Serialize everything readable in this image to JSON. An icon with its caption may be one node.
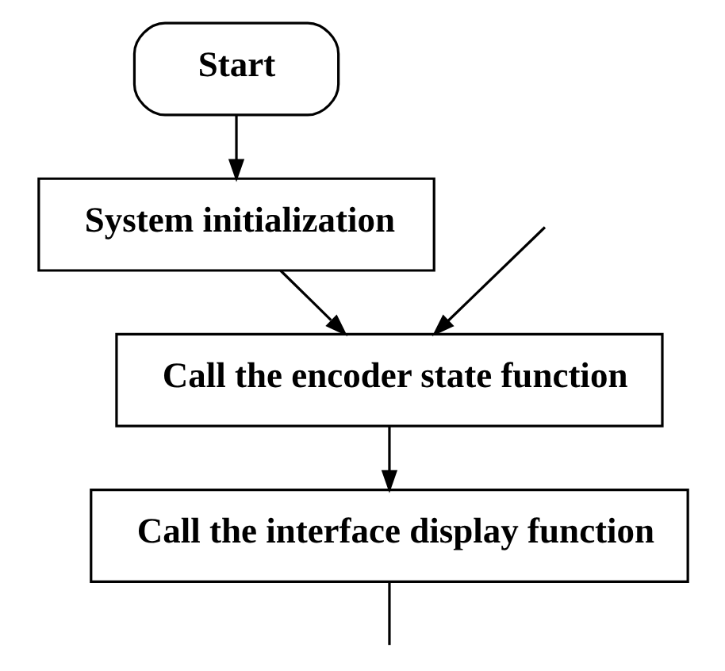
{
  "diagram": {
    "nodes": [
      {
        "text": [
          "Start"
        ]
      },
      {
        "text": [
          "System initialization"
        ]
      },
      {
        "text": [
          "Call the encoder state function"
        ]
      },
      {
        "text": [
          "Call the interface display function"
        ]
      }
    ],
    "edges": [
      {
        "from": 0,
        "to": 1,
        "arrow": "to"
      },
      {
        "from": 1,
        "to": 2,
        "arrow": "to"
      },
      {
        "from": null,
        "to": 2,
        "arrow": "to"
      },
      {
        "from": 2,
        "to": 3,
        "arrow": "to"
      },
      {
        "from": 3,
        "to": null,
        "arrow": "none"
      }
    ]
  }
}
